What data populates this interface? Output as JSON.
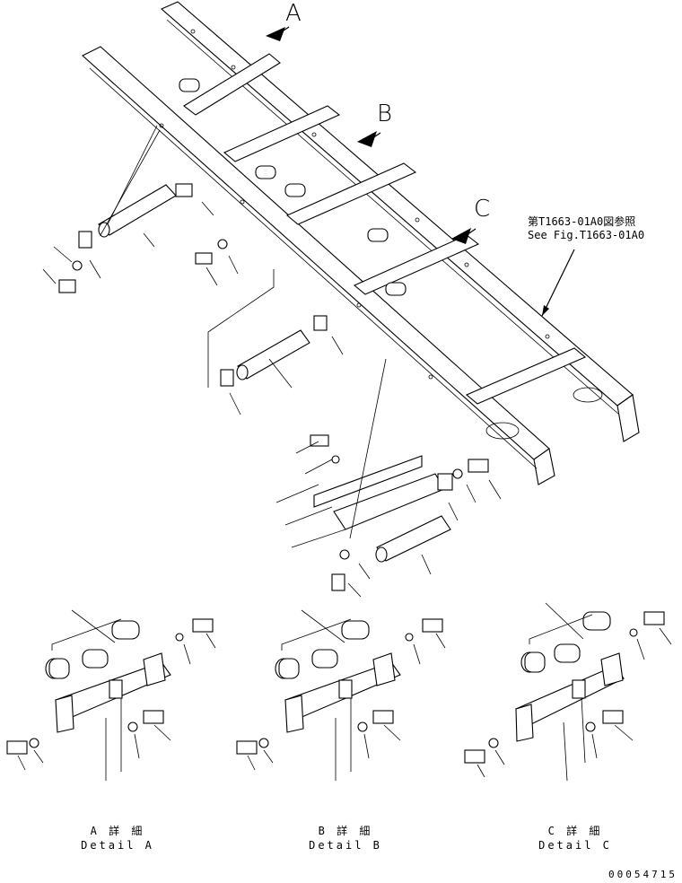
{
  "callouts": {
    "a": "A",
    "b": "B",
    "c": "C"
  },
  "reference": {
    "jp": "第T1663-01A0図参照",
    "en": "See Fig.T1663-01A0"
  },
  "details": [
    {
      "jp": "A 詳 細",
      "en": "Detail A"
    },
    {
      "jp": "B 詳 細",
      "en": "Detail B"
    },
    {
      "jp": "C 詳 細",
      "en": "Detail C"
    }
  ],
  "drawing_code": "00054715"
}
